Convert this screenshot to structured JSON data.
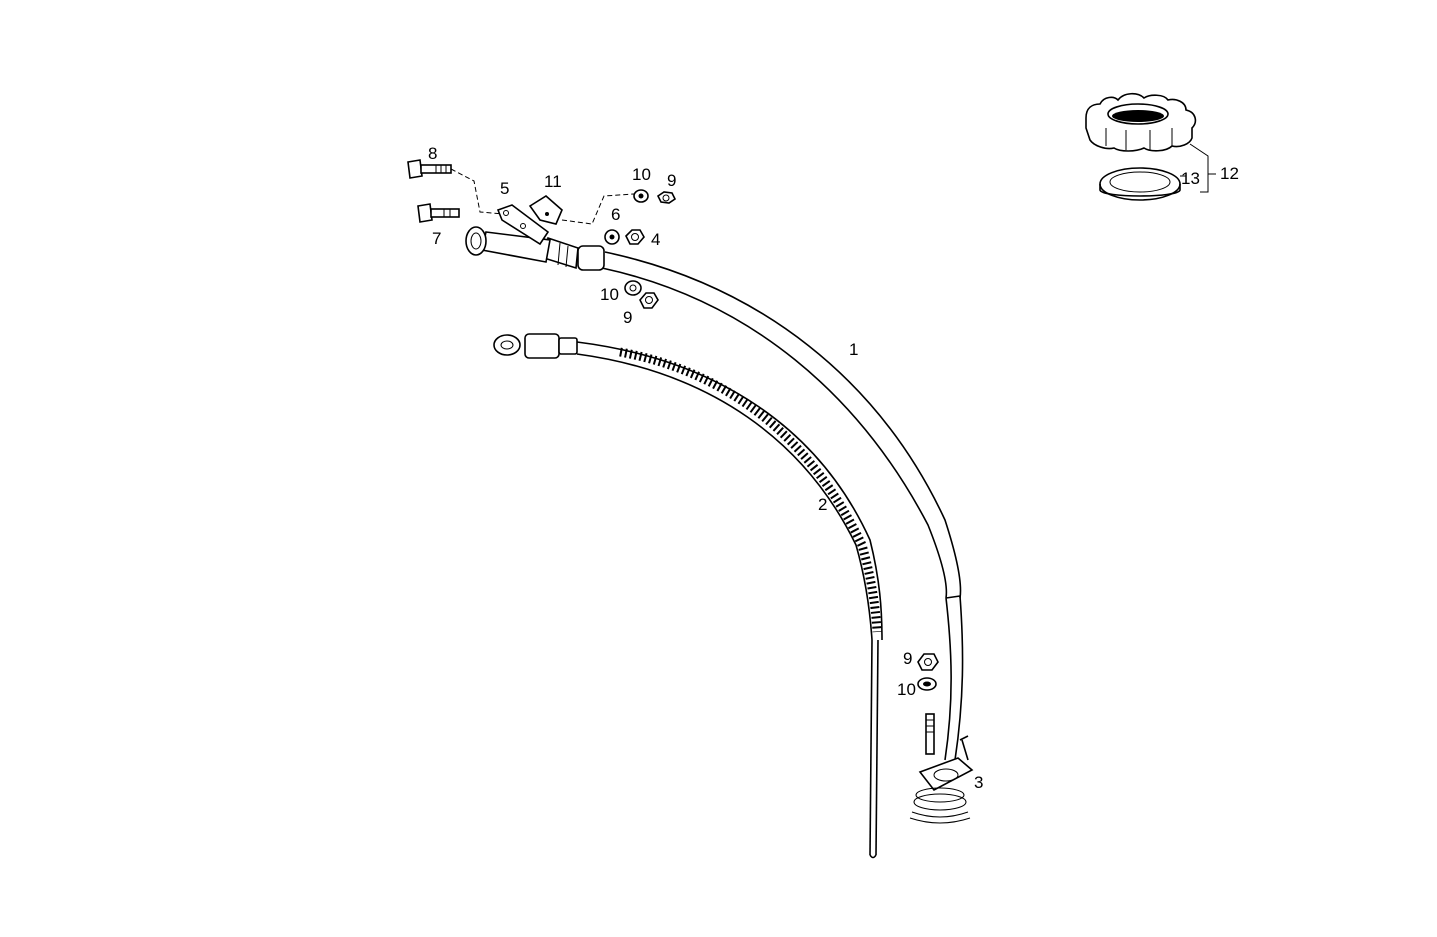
{
  "callouts": {
    "p1": "1",
    "p2": "2",
    "p3": "3",
    "p4": "4",
    "p5": "5",
    "p6": "6",
    "p7": "7",
    "p8": "8",
    "p9a": "9",
    "p9b": "9",
    "p9c": "9",
    "p10a": "10",
    "p10b": "10",
    "p10c": "10",
    "p11": "11",
    "p12": "12",
    "p13": "13"
  }
}
